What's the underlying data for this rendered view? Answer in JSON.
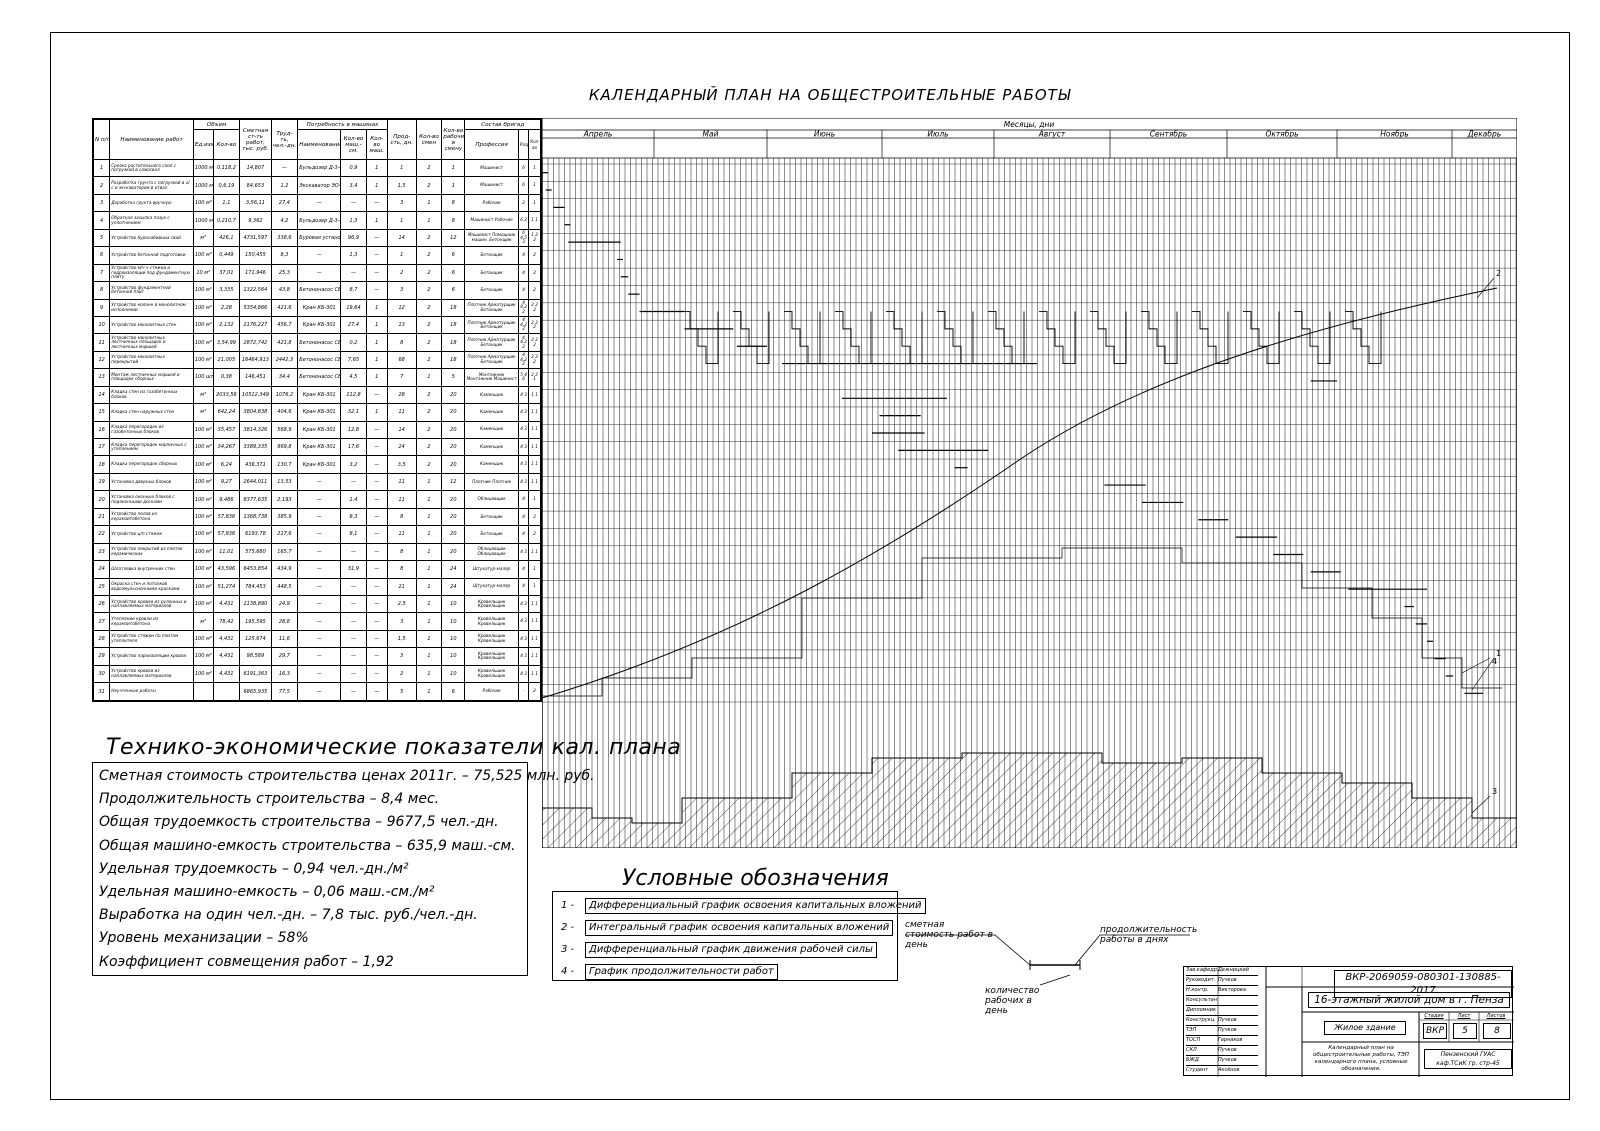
{
  "title": "КАЛЕНДАРНЫЙ ПЛАН НА ОБЩЕСТРОИТЕЛЬНЫЕ РАБОТЫ",
  "table": {
    "headers": {
      "num": "N п/п",
      "name": "Наименование работ",
      "volume": "Объем",
      "unit": "Ед.изм.",
      "qty": "Кол-во",
      "cost": "Сметная ст-ть работ, тыс. руб.",
      "labor": "Труд-ть, чел.-дн.",
      "machines": "Потребность в машинах",
      "mname": "Наименование",
      "mshift": "Кол-во маш.-см.",
      "mcount": "Кол-во маш.",
      "duration": "Прод-сть, дн.",
      "shifts": "Кол-во смен",
      "workers": "Кол-во рабочих в смену",
      "crew": "Состав бригад",
      "prof": "Профессия",
      "grade": "Разряд",
      "cnt": "Кол-во"
    },
    "rows": [
      {
        "n": "1",
        "name": "Срезка растительного слоя с погрузкой в самосвал",
        "unit": "1000 м³",
        "qty": "0,118,2",
        "cost": "14,807",
        "labor": "—",
        "mname": "Бульдозер Д-3-4",
        "mshift": "0,9",
        "mcount": "1",
        "dur": "1",
        "sh": "2",
        "wk": "1",
        "prof": "Машинист",
        "grade": "6",
        "cnt": "1"
      },
      {
        "n": "2",
        "name": "Разработка грунта с погрузкой в а/с и экскаватором в отвал",
        "unit": "1000 м³",
        "qty": "0,6,19",
        "cost": "84,653",
        "labor": "1,2",
        "mname": "Экскаватор ЭО-4121",
        "mshift": "3,4",
        "mcount": "1",
        "dur": "1,5",
        "sh": "2",
        "wk": "1",
        "prof": "Машинист",
        "grade": "6",
        "cnt": "1"
      },
      {
        "n": "3",
        "name": "Доработка грунта вручную",
        "unit": "100 м³",
        "qty": "1,1",
        "cost": "3,56,11",
        "labor": "27,4",
        "mname": "—",
        "mshift": "—",
        "mcount": "—",
        "dur": "3",
        "sh": "1",
        "wk": "8",
        "prof": "Рабочие",
        "grade": "2",
        "cnt": "1"
      },
      {
        "n": "4",
        "name": "Обратная засыпка пазух с уплотнением",
        "unit": "1000 м³",
        "qty": "0,210,7",
        "cost": "9,362",
        "labor": "4,2",
        "mname": "Бульдозер Д-3-4",
        "mshift": "1,3",
        "mcount": "1",
        "dur": "1",
        "sh": "1",
        "wk": "8",
        "prof": "Машинист Рабочие",
        "grade": "6 2",
        "cnt": "1 1"
      },
      {
        "n": "5",
        "name": "Устройство буронабивных свай",
        "unit": "м³",
        "qty": "426,1",
        "cost": "4731,597",
        "labor": "338,6",
        "mname": "Буровая установка",
        "mshift": "96,9",
        "mcount": "—",
        "dur": "14",
        "sh": "2",
        "wk": "12",
        "prof": "Машинист Помощник машин. Бетонщик",
        "grade": "6 4,5 3",
        "cnt": "1 2 2"
      },
      {
        "n": "6",
        "name": "Устройство бетонной подготовки",
        "unit": "100 м³",
        "qty": "0,449",
        "cost": "150,455",
        "labor": "8,3",
        "mname": "—",
        "mshift": "1,3",
        "mcount": "—",
        "dur": "1",
        "sh": "2",
        "wk": "6",
        "prof": "Бетонщик",
        "grade": "4",
        "cnt": "2"
      },
      {
        "n": "7",
        "name": "Устройство м/ч ч стяжки и гидроизоляции под фундаментную плиту",
        "unit": "10 м²",
        "qty": "37,01",
        "cost": "171,946",
        "labor": "25,3",
        "mname": "—",
        "mshift": "—",
        "mcount": "—",
        "dur": "2",
        "sh": "2",
        "wk": "6",
        "prof": "Бетонщик",
        "grade": "4",
        "cnt": "2"
      },
      {
        "n": "8",
        "name": "Устройство фундаментной бетонной плит",
        "unit": "100 м³",
        "qty": "3,335",
        "cost": "1322,564",
        "labor": "43,8",
        "mname": "Бетононасос СВ-150",
        "mshift": "8,7",
        "mcount": "—",
        "dur": "3",
        "sh": "2",
        "wk": "6",
        "prof": "Бетонщик",
        "grade": "4",
        "cnt": "2"
      },
      {
        "n": "9",
        "name": "Устройство колонн в монолитном исполнении",
        "unit": "100 м³",
        "qty": "2,28",
        "cost": "5354,866",
        "labor": "421,6",
        "mname": "Кран КБ-301",
        "mshift": "19,64",
        "mcount": "1",
        "dur": "12",
        "sh": "2",
        "wk": "18",
        "prof": "Плотник Арматурщик Бетонщик",
        "grade": "4 4,2 2",
        "cnt": "2 2 2"
      },
      {
        "n": "10",
        "name": "Устройство монолитных стен",
        "unit": "100 м³",
        "qty": "2,132",
        "cost": "2176,227",
        "labor": "456,7",
        "mname": "Кран КБ-301",
        "mshift": "27,4",
        "mcount": "1",
        "dur": "13",
        "sh": "2",
        "wk": "18",
        "prof": "Плотник Арматурщик Бетонщик",
        "grade": "4 4,2 2",
        "cnt": "2 2 2"
      },
      {
        "n": "11",
        "name": "Устройство монолитных лестничных площадок и лестничных маршей",
        "unit": "100 м³",
        "qty": "3,54,99",
        "cost": "2872,742",
        "labor": "421,8",
        "mname": "Бетононасос СВ-150",
        "mshift": "0,2",
        "mcount": "1",
        "dur": "8",
        "sh": "2",
        "wk": "18",
        "prof": "Плотник Арматурщик Бетонщик",
        "grade": "4 4,2 2",
        "cnt": "2 2 2"
      },
      {
        "n": "12",
        "name": "Устройство монолитных перекрытий",
        "unit": "100 м³",
        "qty": "21,005",
        "cost": "16464,913",
        "labor": "2442,3",
        "mname": "Бетононасос СВ-150",
        "mshift": "7,65",
        "mcount": "1",
        "dur": "68",
        "sh": "2",
        "wk": "18",
        "prof": "Плотник Арматурщик Бетонщик",
        "grade": "4 4,2 2",
        "cnt": "2 2 2"
      },
      {
        "n": "13",
        "name": "Монтаж лестничных маршей и площадок сборных",
        "unit": "100 шт.",
        "qty": "0,38",
        "cost": "146,451",
        "labor": "34,4",
        "mname": "Бетононасос СВ-150",
        "mshift": "4,5",
        "mcount": "1",
        "dur": "7",
        "sh": "1",
        "wk": "5",
        "prof": "Монтажник Монтажник Машинист",
        "grade": "5 4 6",
        "cnt": "2 2 1"
      },
      {
        "n": "14",
        "name": "Кладка стен из газобетонных блоков",
        "unit": "м³",
        "qty": "2033,56",
        "cost": "10512,349",
        "labor": "1076,2",
        "mname": "Кран КБ-301",
        "mshift": "112,8",
        "mcount": "—",
        "dur": "28",
        "sh": "2",
        "wk": "20",
        "prof": "Каменщик",
        "grade": "4 3",
        "cnt": "1 1"
      },
      {
        "n": "15",
        "name": "Кладка стен наружных стен",
        "unit": "м³",
        "qty": "642,24",
        "cost": "3804,838",
        "labor": "404,6",
        "mname": "Кран КБ-301",
        "mshift": "32,1",
        "mcount": "1",
        "dur": "11",
        "sh": "2",
        "wk": "20",
        "prof": "Каменщик",
        "grade": "4 3",
        "cnt": "1 1"
      },
      {
        "n": "16",
        "name": "Кладка перегородок из газобетонных блоков",
        "unit": "100 м³",
        "qty": "35,457",
        "cost": "3814,326",
        "labor": "568,9",
        "mname": "Кран КБ-301",
        "mshift": "12,8",
        "mcount": "—",
        "dur": "14",
        "sh": "2",
        "wk": "20",
        "prof": "Каменщик",
        "grade": "4 3",
        "cnt": "1 1"
      },
      {
        "n": "17",
        "name": "Кладка перегородок кирпичных с утеплением",
        "unit": "100 м³",
        "qty": "34,267",
        "cost": "3389,335",
        "labor": "969,8",
        "mname": "Кран КБ-301",
        "mshift": "17,6",
        "mcount": "—",
        "dur": "24",
        "sh": "2",
        "wk": "20",
        "prof": "Каменщик",
        "grade": "4 3",
        "cnt": "1 1"
      },
      {
        "n": "18",
        "name": "Кладка перегородок сборных",
        "unit": "100 м²",
        "qty": "6,24",
        "cost": "436,371",
        "labor": "130,7",
        "mname": "Кран КБ-301",
        "mshift": "3,2",
        "mcount": "—",
        "dur": "3,5",
        "sh": "2",
        "wk": "20",
        "prof": "Каменщик",
        "grade": "4 3",
        "cnt": "1 1"
      },
      {
        "n": "19",
        "name": "Установка дверных блоков",
        "unit": "100 м²",
        "qty": "9,27",
        "cost": "2644,011",
        "labor": "13,53",
        "mname": "—",
        "mshift": "—",
        "mcount": "—",
        "dur": "11",
        "sh": "1",
        "wk": "12",
        "prof": "Плотник Плотник",
        "grade": "4 3",
        "cnt": "1 1"
      },
      {
        "n": "20",
        "name": "Установка оконных блоков с подоконными досками",
        "unit": "100 м²",
        "qty": "9,486",
        "cost": "8377,635",
        "labor": "2,193",
        "mname": "—",
        "mshift": "1,4",
        "mcount": "—",
        "dur": "11",
        "sh": "1",
        "wk": "20",
        "prof": "Облицовщик",
        "grade": "4",
        "cnt": "1"
      },
      {
        "n": "21",
        "name": "Устройство полов из керамзитобетона",
        "unit": "100 м²",
        "qty": "57,836",
        "cost": "1368,738",
        "labor": "385,9",
        "mname": "—",
        "mshift": "8,3",
        "mcount": "—",
        "dur": "8",
        "sh": "1",
        "wk": "20",
        "prof": "Бетонщик",
        "grade": "4",
        "cnt": "2"
      },
      {
        "n": "22",
        "name": "Устройство ц/п стяжек",
        "unit": "100 м²",
        "qty": "57,836",
        "cost": "6193,78",
        "labor": "217,6",
        "mname": "—",
        "mshift": "8,1",
        "mcount": "—",
        "dur": "11",
        "sh": "1",
        "wk": "20",
        "prof": "Бетонщик",
        "grade": "4",
        "cnt": "2"
      },
      {
        "n": "23",
        "name": "Устройство покрытий из плиток керамических",
        "unit": "100 м²",
        "qty": "11,01",
        "cost": "575,680",
        "labor": "165,7",
        "mname": "—",
        "mshift": "—",
        "mcount": "—",
        "dur": "8",
        "sh": "1",
        "wk": "20",
        "prof": "Облицовщик Облицовщик",
        "grade": "4 3",
        "cnt": "1 1"
      },
      {
        "n": "24",
        "name": "Шпатлевка внутренних стен",
        "unit": "100 м²",
        "qty": "43,596",
        "cost": "6453,854",
        "labor": "434,9",
        "mname": "—",
        "mshift": "31,9",
        "mcount": "—",
        "dur": "8",
        "sh": "1",
        "wk": "24",
        "prof": "Штукатур-маляр",
        "grade": "4",
        "cnt": "1"
      },
      {
        "n": "25",
        "name": "Окраска стен и потолков водоэмульсионными красками",
        "unit": "100 м²",
        "qty": "51,274",
        "cost": "784,453",
        "labor": "448,5",
        "mname": "—",
        "mshift": "—",
        "mcount": "—",
        "dur": "21",
        "sh": "1",
        "wk": "24",
        "prof": "Штукатур-маляр",
        "grade": "4",
        "cnt": "1"
      },
      {
        "n": "26",
        "name": "Устройство кровли из рулонных и наплавляемых материалов",
        "unit": "100 м²",
        "qty": "4,431",
        "cost": "1138,890",
        "labor": "24,9",
        "mname": "—",
        "mshift": "—",
        "mcount": "—",
        "dur": "2,5",
        "sh": "1",
        "wk": "10",
        "prof": "Кровельщик Кровельщик",
        "grade": "4 3",
        "cnt": "1 1"
      },
      {
        "n": "27",
        "name": "Утепление кровли из керамзитобетона",
        "unit": "м³",
        "qty": "78,42",
        "cost": "195,595",
        "labor": "28,8",
        "mname": "—",
        "mshift": "—",
        "mcount": "—",
        "dur": "3",
        "sh": "1",
        "wk": "10",
        "prof": "Кровельщик Кровельщик",
        "grade": "4 3",
        "cnt": "1 1"
      },
      {
        "n": "28",
        "name": "Устройство стяжки по плитам утеплителя",
        "unit": "100 м²",
        "qty": "4,431",
        "cost": "125,674",
        "labor": "11,6",
        "mname": "—",
        "mshift": "—",
        "mcount": "—",
        "dur": "1,5",
        "sh": "1",
        "wk": "10",
        "prof": "Кровельщик Кровельщик",
        "grade": "4 3",
        "cnt": "1 1"
      },
      {
        "n": "29",
        "name": "Устройство пароизоляции кровли",
        "unit": "100 м²",
        "qty": "4,431",
        "cost": "98,589",
        "labor": "29,7",
        "mname": "—",
        "mshift": "—",
        "mcount": "—",
        "dur": "3",
        "sh": "1",
        "wk": "10",
        "prof": "Кровельщик Кровельщик",
        "grade": "4 3",
        "cnt": "1 1"
      },
      {
        "n": "30",
        "name": "Устройство кровли из наплавляемых материалов",
        "unit": "100 м²",
        "qty": "4,431",
        "cost": "6191,363",
        "labor": "16,3",
        "mname": "—",
        "mshift": "—",
        "mcount": "—",
        "dur": "2",
        "sh": "1",
        "wk": "10",
        "prof": "Кровельщик Кровельщик",
        "grade": "4 3",
        "cnt": "1 1"
      },
      {
        "n": "31",
        "name": "Неучтенные работы",
        "unit": "",
        "qty": "",
        "cost": "6865,935",
        "labor": "77,5",
        "mname": "—",
        "mshift": "—",
        "mcount": "—",
        "dur": "5",
        "sh": "1",
        "wk": "6",
        "prof": "Рабочие",
        "grade": "-",
        "cnt": "2"
      }
    ]
  },
  "schedule": {
    "header": "Месяцы, дни",
    "months": [
      "Апрель",
      "Май",
      "Июнь",
      "Июль",
      "Август",
      "Сентябрь",
      "Октябрь",
      "Ноябрь",
      "Декабрь"
    ],
    "curve_labels": [
      "1",
      "2",
      "3",
      "4"
    ]
  },
  "tep": {
    "title": "Технико-экономические показатели кал. плана",
    "lines": [
      "Сметная стоимость строительства ценах 2011г. – 75,525 млн. руб.",
      "Продолжительность строительства – 8,4 мес.",
      "Общая трудоемкость строительства – 9677,5 чел.-дн.",
      "Общая машино-емкость строительства – 635,9 маш.-см.",
      "Удельная трудоемкость – 0,94 чел.-дн./м²",
      "Удельная машино-емкость – 0,06 маш.-см./м²",
      "Выработка на один чел.-дн. – 7,8 тыс. руб./чел.-дн.",
      "Уровень механизации – 58%",
      "Коэффициент совмещения работ – 1,92"
    ]
  },
  "legend": {
    "title": "Условные обозначения",
    "items": [
      {
        "key": "1 -",
        "text": "Дифференциальный график освоения капитальных вложений"
      },
      {
        "key": "2 -",
        "text": "Интегральный график освоения капитальных вложений"
      },
      {
        "key": "3 -",
        "text": "Дифференциальный график движения рабочей силы"
      },
      {
        "key": "4 -",
        "text": "График продолжительности работ"
      }
    ],
    "diagram": {
      "cost_per_day": "сметная стоимость работ в день",
      "duration_days": "продолжительность работы в днях",
      "workers_per_day": "количество рабочих в день"
    }
  },
  "stamp": {
    "code": "ВКР-2069059-080301-130885-2017",
    "project": "16-этажный жилой дом в г. Пенза",
    "building": "Жилое здание",
    "stage_label": "Стадия",
    "sheet_label": "Лист",
    "sheets_label": "Листов",
    "stage": "ВКР",
    "sheet": "5",
    "sheets": "8",
    "sheet_desc": "Календарный план на общестроительные работы, ТЭП календарного плана, условные обозначения.",
    "org": "Пензенский ГУАС каф.ТСиК гр. стр-45",
    "roles": [
      "Зав.кафедр.",
      "Руководит.",
      "Н.контр.",
      "Консультант",
      "Дипломник",
      "Конструкц.",
      "ТЭП",
      "ТОСП",
      "СКЛ",
      "БЖД",
      "Студент"
    ],
    "names": [
      "Дежницкий",
      "Пучков",
      "Викторова",
      "",
      "",
      "Пучков",
      "Пучков",
      "Гарнаков",
      "Пучков",
      "Пучков",
      "Аксёнов"
    ]
  }
}
